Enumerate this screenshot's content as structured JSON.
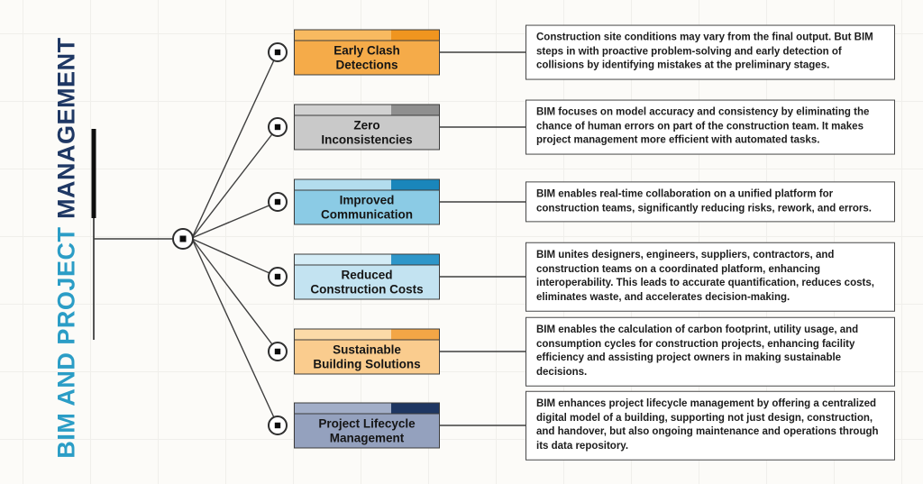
{
  "title": {
    "part1": "BIM AND PROJECT",
    "part2": "MANAGEMENT",
    "part1_color": "#2b9dc6",
    "part2_color": "#1f3864"
  },
  "branches": [
    {
      "title": "Early Clash Detections",
      "title_lines": [
        "Early Clash",
        "Detections"
      ],
      "description": "Construction site conditions may vary from the final output. But BIM steps in with proactive problem-solving and early detection of collisions by identifying mistakes at the preliminary stages.",
      "colors": {
        "body": "#f5ab49",
        "strip_light": "#f8ba60",
        "strip_dark": "#f0951f"
      }
    },
    {
      "title": "Zero Inconsistencies",
      "title_lines": [
        "Zero",
        "Inconsistencies"
      ],
      "description": "BIM focuses on model accuracy and consistency by eliminating the chance of human errors on part of the construction team. It makes project management more efficient with automated tasks.",
      "colors": {
        "body": "#c9c9c9",
        "strip_light": "#d1d1d1",
        "strip_dark": "#8f8f8f"
      }
    },
    {
      "title": "Improved Communication",
      "title_lines": [
        "Improved",
        "Communication"
      ],
      "description": "BIM enables real-time collaboration on a unified platform for construction teams, significantly reducing risks, rework, and errors.",
      "colors": {
        "body": "#8bcbe5",
        "strip_light": "#b3ddee",
        "strip_dark": "#1a86bb"
      }
    },
    {
      "title": "Reduced Construction Costs",
      "title_lines": [
        "Reduced",
        "Construction Costs"
      ],
      "description": "BIM unites designers, engineers, suppliers, contractors, and construction teams on a coordinated platform, enhancing interoperability. This leads to accurate quantification, reduces costs, eliminates waste, and accelerates decision-making.",
      "colors": {
        "body": "#c3e3f1",
        "strip_light": "#d4ecf6",
        "strip_dark": "#2e96c9"
      }
    },
    {
      "title": "Sustainable Building Solutions",
      "title_lines": [
        "Sustainable",
        "Building Solutions"
      ],
      "description": "BIM enables the calculation of carbon footprint, utility usage, and consumption cycles for construction projects, enhancing facility efficiency and assisting project owners in making sustainable decisions.",
      "colors": {
        "body": "#facc8e",
        "strip_light": "#fbdaa8",
        "strip_dark": "#f3a646"
      }
    },
    {
      "title": "Project Lifecycle Management",
      "title_lines": [
        "Project Lifecycle",
        "Management"
      ],
      "description": "BIM enhances project lifecycle management by offering a centralized digital model of a building, supporting not just design, construction, and handover, but also ongoing maintenance and operations through its data repository.",
      "colors": {
        "body": "#94a1be",
        "strip_light": "#a2aec8",
        "strip_dark": "#1e3662"
      }
    }
  ]
}
